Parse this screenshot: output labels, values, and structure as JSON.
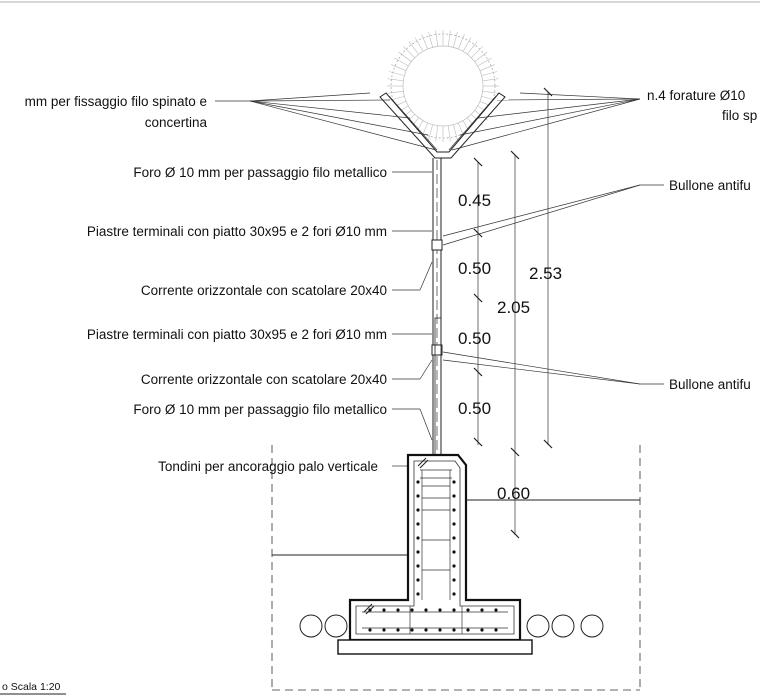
{
  "labels_left": [
    "mm per fissaggio filo spinato e",
    "concertina",
    "Foro Ø 10 mm per passaggio filo metallico",
    "Piastre terminali con piatto 30x95 e 2 fori Ø10 mm",
    "Corrente orizzontale con scatolare 20x40",
    "Piastre terminali con piatto 30x95 e 2 fori Ø10 mm",
    "Corrente orizzontale con scatolare 20x40",
    "Foro Ø 10 mm per passaggio filo metallico",
    "Tondini per ancoraggio palo verticale"
  ],
  "labels_right": [
    "n.4 forature Ø10",
    "filo sp",
    "Bullone antifu",
    "Bullone antifu"
  ],
  "dimensions": [
    "0.45",
    "0.50",
    "0.50",
    "0.50",
    "2.53",
    "2.05",
    "0.60"
  ],
  "scale_note": "o Scala 1:20"
}
